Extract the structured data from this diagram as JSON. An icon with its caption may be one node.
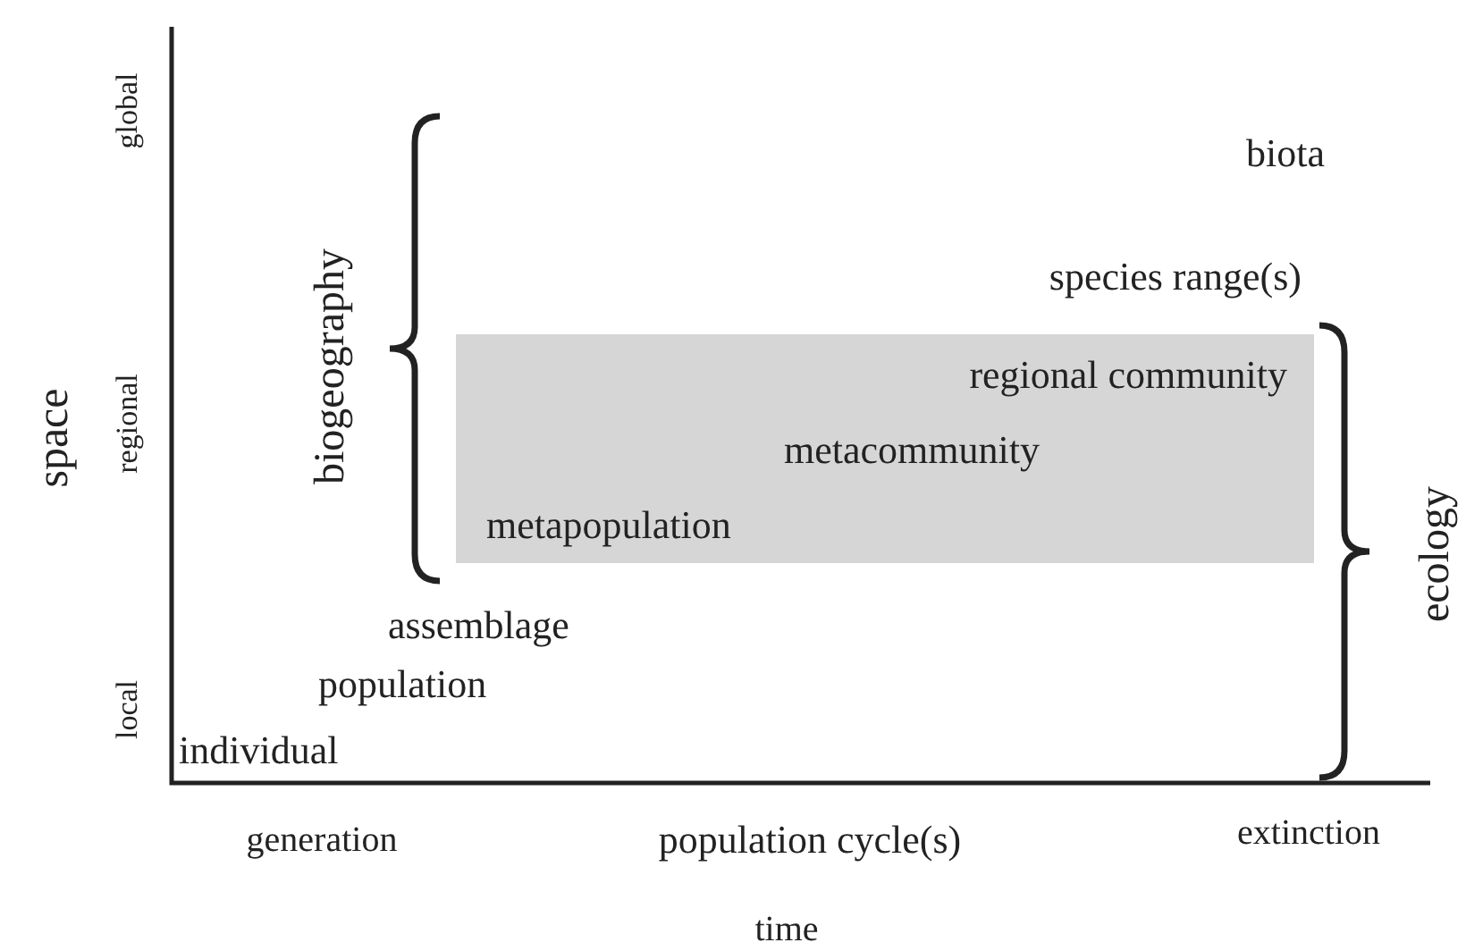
{
  "diagram": {
    "nodes": [
      {
        "text": [
          "regional community",
          "metacommunity",
          "metapopulation"
        ]
      }
    ],
    "edges": [],
    "labels": [
      "global",
      "biota",
      "biogeography",
      "species range(s)",
      "space",
      "regional",
      "ecology",
      "assemblage",
      "population",
      "local",
      "individual",
      "generation",
      "population cycle(s)",
      "extinction",
      "time"
    ]
  }
}
